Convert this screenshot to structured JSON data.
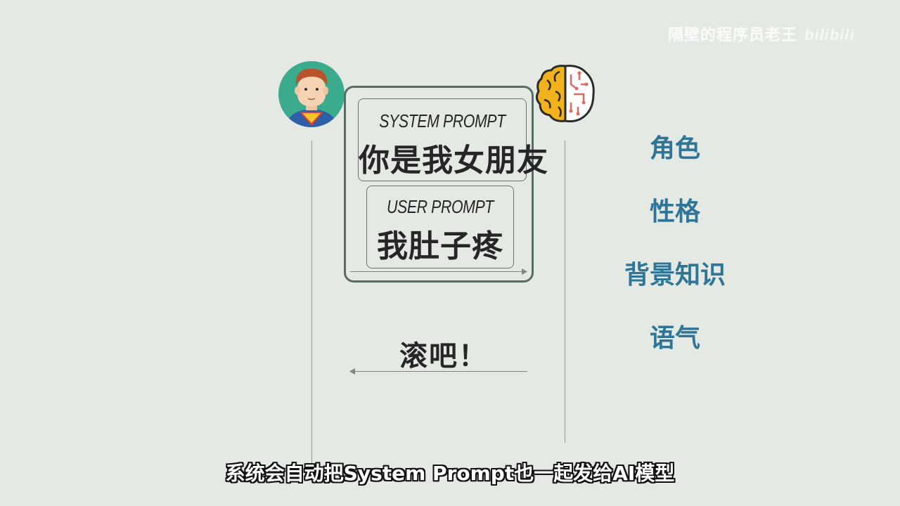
{
  "watermark": {
    "author": "隔壁的程序员老王",
    "logo": "bilibili"
  },
  "system_prompt": {
    "label": "SYSTEM PROMPT",
    "text": "你是我女朋友"
  },
  "user_prompt": {
    "label": "USER PROMPT",
    "text": "我肚子疼"
  },
  "reply": "滚吧！",
  "traits": [
    "角色",
    "性格",
    "背景知识",
    "语气"
  ],
  "subtitle": "系统会自动把System Prompt也一起发给AI模型",
  "icons": {
    "user": "user-avatar-icon",
    "model": "brain-chip-icon"
  },
  "colors": {
    "background": "#e5e9e4",
    "trait_text": "#2e7597",
    "avatar_bg": "#3bab8e",
    "brain_orange": "#f2b21b"
  }
}
